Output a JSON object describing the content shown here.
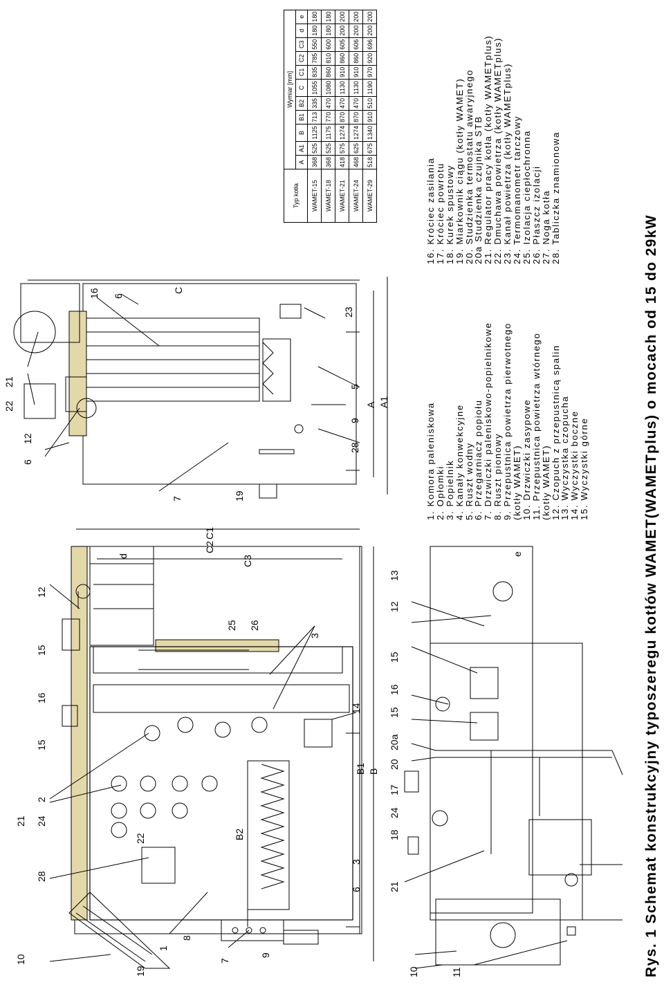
{
  "title": "Rys. 1 Schemat konstrukcyjny typoszeregu kotłów WAMET(WAMETplus) o mocach od 15 do 29kW",
  "legend_left": [
    "1.  Komora paleniskowa",
    "2.  Opłomki",
    "3.  Popielnik",
    "4.  Kanały konwekcyjne",
    "5.  Ruszt wodny",
    "6.  Przegarniacz popiołu",
    "7.  Drzwiczki paleniskowo-popielnikowe",
    "8.  Ruszt pionowy",
    "9.  Przepustnica powietrza pierwotnego",
    "     (kotły WAMET)",
    "10. Drzwiczki zasypowe",
    "11. Przepustnica powietrza wtórnego",
    "     (kotły WAMET)",
    "12. Czopuch z przepustnicą spalin",
    "13. Wyczystka czopucha",
    "14. Wyczystki boczne",
    "15. Wyczystki górne"
  ],
  "legend_right": [
    "16. Króciec zasilania",
    "17. Króciec powrotu",
    "18. Kurek spustowy",
    "19. Miarkownik ciągu (kotły WAMET)",
    "20. Studzienka termostatu awaryjnego",
    "20a Studzienka czujnika STB",
    "21. Regulator pracy kotła (kotły WAMETplus)",
    "22. Dmuchawa powietrza (kotły WAMETplus)",
    "23. Kanał powietrza (kotły WAMETplus)",
    "24. Termomanometr tarczowy",
    "25. Izolacja ciepłochronna",
    "26. Płaszcz izolacji",
    "27. Noga kotła",
    "28. Tabliczka znamionowa"
  ],
  "table": {
    "typ_header": "Typ kotła",
    "wymiar_header": "Wymiar [mm]",
    "columns": [
      "A",
      "A1",
      "B",
      "B1",
      "B2",
      "C",
      "C1",
      "C2",
      "C3",
      "d",
      "e"
    ],
    "rows": [
      {
        "typ": "WAMET-15",
        "values": [
          "368",
          "525",
          "1125",
          "713",
          "335",
          "1055",
          "835",
          "785",
          "550",
          "180",
          "180"
        ]
      },
      {
        "typ": "WAMET-18",
        "values": [
          "368",
          "525",
          "1175",
          "770",
          "470",
          "1080",
          "860",
          "810",
          "600",
          "180",
          "180"
        ]
      },
      {
        "typ": "WAMET-21",
        "values": [
          "418",
          "575",
          "1274",
          "870",
          "470",
          "1130",
          "910",
          "860",
          "605",
          "200",
          "200"
        ]
      },
      {
        "typ": "WAMET-24",
        "values": [
          "468",
          "625",
          "1274",
          "870",
          "470",
          "1130",
          "910",
          "860",
          "606",
          "200",
          "200"
        ]
      },
      {
        "typ": "WAMET-29",
        "values": [
          "518",
          "675",
          "1340",
          "910",
          "510",
          "1190",
          "970",
          "920",
          "696",
          "200",
          "200"
        ]
      }
    ]
  },
  "callouts": {
    "c10a": "10",
    "c28": "28",
    "c21a": "21",
    "c24": "24",
    "c2": "2",
    "c15a": "15",
    "c16a": "16",
    "c15b": "15",
    "c12a": "12",
    "c1": "1",
    "c8": "8",
    "c7a": "7",
    "c9a": "9",
    "c25": "25",
    "c26": "26",
    "c3a": "3",
    "c6a": "6",
    "c3b": "3",
    "c14": "14",
    "c12b": "12",
    "c13": "13",
    "c10b": "10",
    "c11": "11",
    "c21b": "21",
    "c18": "18",
    "c24b": "24",
    "c17": "17",
    "c20": "20",
    "c20a": "20a",
    "c15c": "15",
    "c16b": "16",
    "c15d": "15",
    "c19a": "19",
    "c22a": "22",
    "c6b": "6",
    "c12c": "12",
    "c22b": "22",
    "c21c": "21",
    "c7b": "7",
    "c19b": "19",
    "c16c": "16",
    "c6c": "6",
    "c28b": "28",
    "c9b": "9",
    "c5": "5",
    "c23": "23"
  },
  "dims": {
    "B2": "B2",
    "B1": "B1",
    "B": "B",
    "C1": "C1",
    "C2": "C2",
    "C3": "C3",
    "d": "d",
    "e": "e",
    "A": "A",
    "A1": "A1",
    "C": "C"
  }
}
